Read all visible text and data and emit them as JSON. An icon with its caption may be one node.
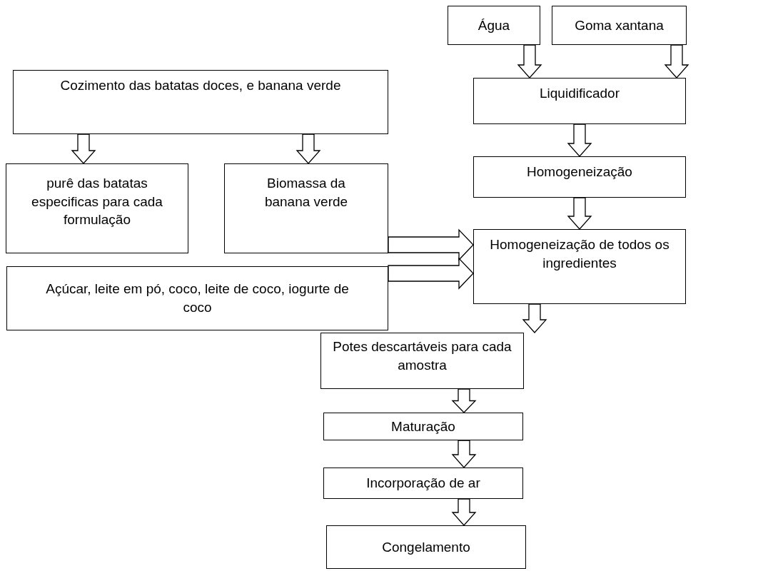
{
  "diagram": {
    "nodes": [
      {
        "text": [
          "Água"
        ]
      },
      {
        "text": [
          "Goma xantana"
        ]
      },
      {
        "text": [
          "Liquidificador"
        ]
      },
      {
        "text": [
          "Homogeneização"
        ]
      },
      {
        "text": [
          "Homogeneização de todos os ingredientes"
        ]
      },
      {
        "text": [
          "Cozimento das batatas doces, e banana verde"
        ]
      },
      {
        "text": [
          "purê das batatas especificas para cada formulação"
        ]
      },
      {
        "text": [
          "Biomassa da banana verde"
        ]
      },
      {
        "text": [
          "Açúcar, leite em pó, coco, leite de coco, iogurte de coco"
        ]
      },
      {
        "text": [
          "Potes descartáveis para cada amostra"
        ]
      },
      {
        "text": [
          "Maturação"
        ]
      },
      {
        "text": [
          "Incorporação de ar"
        ]
      },
      {
        "text": [
          "Congelamento"
        ]
      }
    ],
    "edges": [
      {
        "from": 0,
        "to": 2,
        "arrow": "to"
      },
      {
        "from": 1,
        "to": 2,
        "arrow": "to"
      },
      {
        "from": 2,
        "to": 3,
        "arrow": "to"
      },
      {
        "from": 3,
        "to": 4,
        "arrow": "to"
      },
      {
        "from": 5,
        "to": 6,
        "arrow": "to"
      },
      {
        "from": 5,
        "to": 7,
        "arrow": "to"
      },
      {
        "from": 7,
        "to": 4,
        "arrow": "to"
      },
      {
        "from": 8,
        "to": 4,
        "arrow": "to"
      },
      {
        "from": 4,
        "to": 9,
        "arrow": "to"
      },
      {
        "from": 9,
        "to": 10,
        "arrow": "to"
      },
      {
        "from": 10,
        "to": 11,
        "arrow": "to"
      },
      {
        "from": 11,
        "to": 12,
        "arrow": "to"
      }
    ]
  }
}
